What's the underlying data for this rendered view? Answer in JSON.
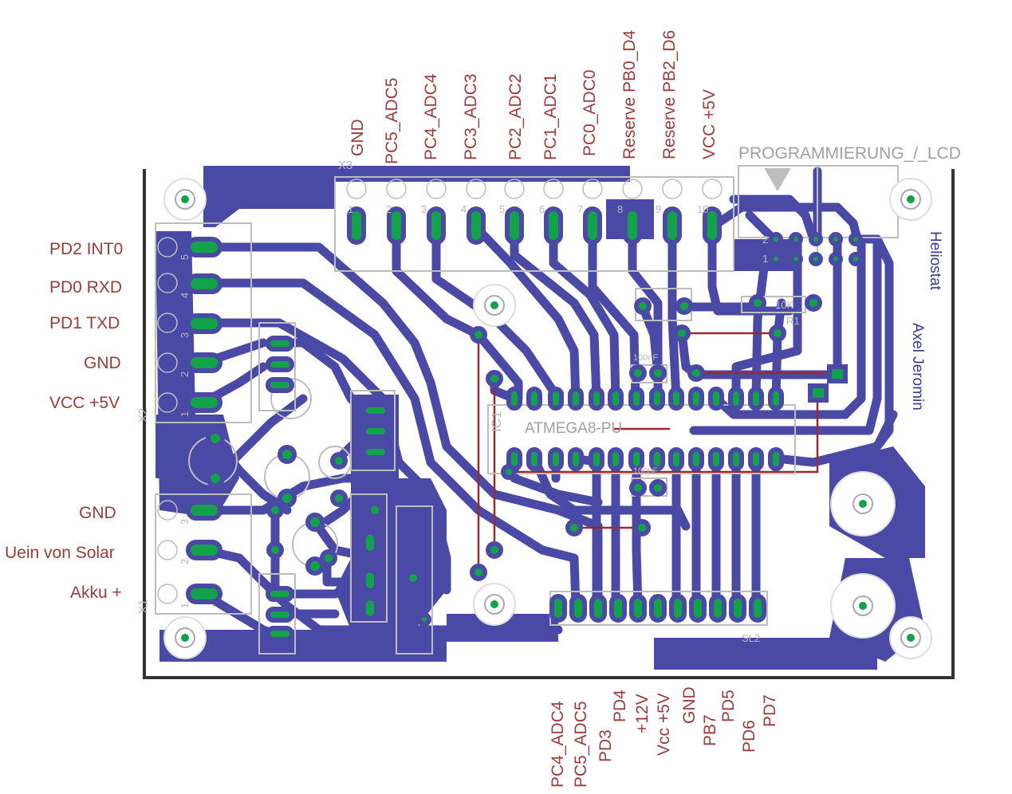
{
  "colors": {
    "copper": "#4b49a6",
    "pad": "#12a34a",
    "label": "#9e3a3a",
    "silkscreen": "#bdbdbd",
    "outline": "#333333",
    "wire": "#9b2a2a"
  },
  "top_connector": {
    "ref": "X3",
    "pin_numbers": [
      "1",
      "2",
      "3",
      "4",
      "5",
      "6",
      "7",
      "8",
      "9",
      "10"
    ],
    "labels": [
      "GND",
      "PC5_ADC5",
      "PC4_ADC4",
      "PC3_ADC3",
      "PC2_ADC2",
      "PC1_ADC1",
      "PC0_ADC0",
      "Reserve PB0_D4",
      "Reserve PB2_D6",
      "VCC +5V"
    ]
  },
  "left_connector_x2": {
    "ref": "X2",
    "pin_numbers": [
      "5",
      "4",
      "3",
      "2",
      "1"
    ],
    "labels": [
      "PD2 INT0",
      "PD0 RXD",
      "PD1 TXD",
      "GND",
      "VCC +5V"
    ]
  },
  "left_connector_x1": {
    "ref": "X1",
    "pin_numbers": [
      "3",
      "2",
      "1"
    ],
    "labels": [
      "GND",
      "Uein von Solar",
      "Akku +"
    ]
  },
  "bottom_connector": {
    "ref": "SL2",
    "labels": [
      "PC4_ADC4",
      "PC5_ADC5",
      "PD3",
      "PD4",
      "+12V",
      "Vcc +5V",
      "GND",
      "PB7",
      "PD5",
      "PD6",
      "PD7"
    ]
  },
  "programming": {
    "label": "PROGRAMMIERUNG_/_LCD",
    "pin_row1": "1",
    "pin_row2": "2"
  },
  "mcu": {
    "label": "ATMEGA8-PU",
    "ref": "IC1"
  },
  "silk": {
    "r1": "R1",
    "r1_value": "10K",
    "c_top": "100nF",
    "c_bottom": "100nF",
    "sl2": "SL2"
  },
  "author": {
    "line1": "Heliostat",
    "line2": "Axel Jeromin"
  }
}
